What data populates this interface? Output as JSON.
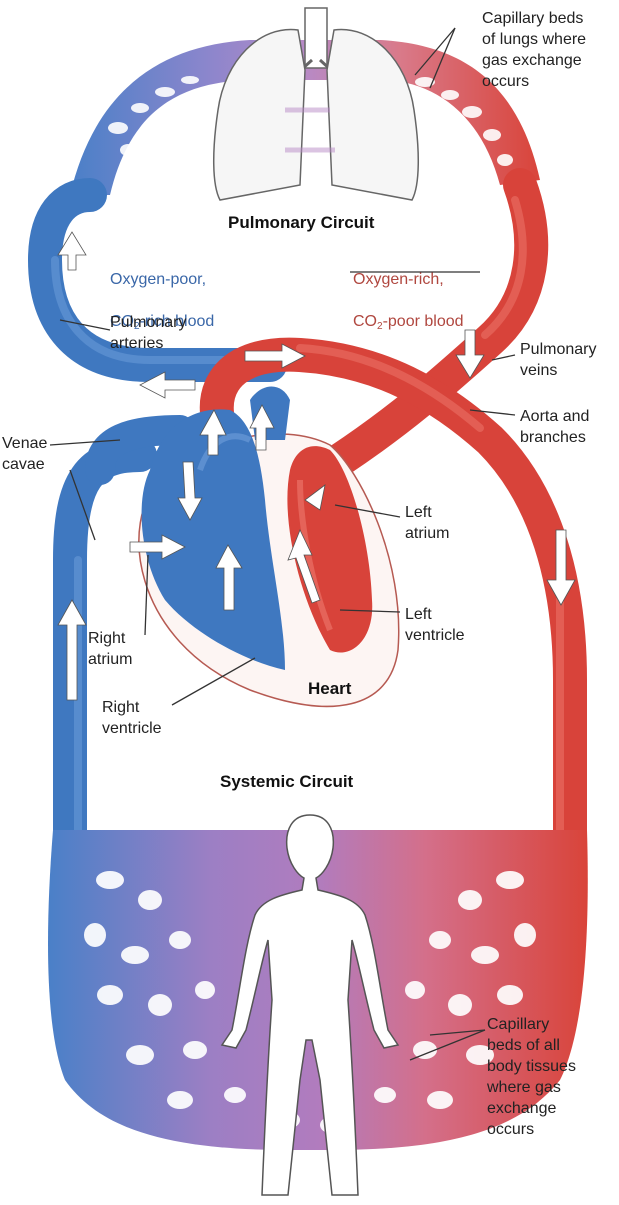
{
  "colors": {
    "deoxygenated": "#3f78c0",
    "deoxygenated_light": "#6f9fdb",
    "oxygenated": "#d8433a",
    "oxygenated_light": "#ee7a6e",
    "mixed": "#b07dc0",
    "heart_outline": "#b65a52"
  },
  "icons": [
    "lungs-icon",
    "heart-icon",
    "human-body-icon",
    "flow-arrow-icon"
  ],
  "labels": {
    "capillary_lungs": "Capillary beds\nof lungs where\ngas exchange\noccurs",
    "pulmonary_circuit": "Pulmonary Circuit",
    "oxygen_poor_1": "Oxygen-poor,",
    "oxygen_poor_2_pre": "CO",
    "oxygen_poor_2_sub": "2",
    "oxygen_poor_2_post": "-rich blood",
    "oxygen_rich_1": "Oxygen-rich,",
    "oxygen_rich_2_pre": "CO",
    "oxygen_rich_2_sub": "2",
    "oxygen_rich_2_post": "-poor blood",
    "pulmonary_arteries": "Pulmonary\narteries",
    "pulmonary_veins": "Pulmonary\nveins",
    "venae_cavae": "Venae\ncavae",
    "aorta": "Aorta and\nbranches",
    "left_atrium": "Left\natrium",
    "left_ventricle": "Left\nventricle",
    "right_atrium": "Right\natrium",
    "right_ventricle": "Right\nventricle",
    "heart": "Heart",
    "systemic_circuit": "Systemic Circuit",
    "capillary_body": "Capillary\nbeds of all\nbody tissues\nwhere gas\nexchange\noccurs"
  }
}
